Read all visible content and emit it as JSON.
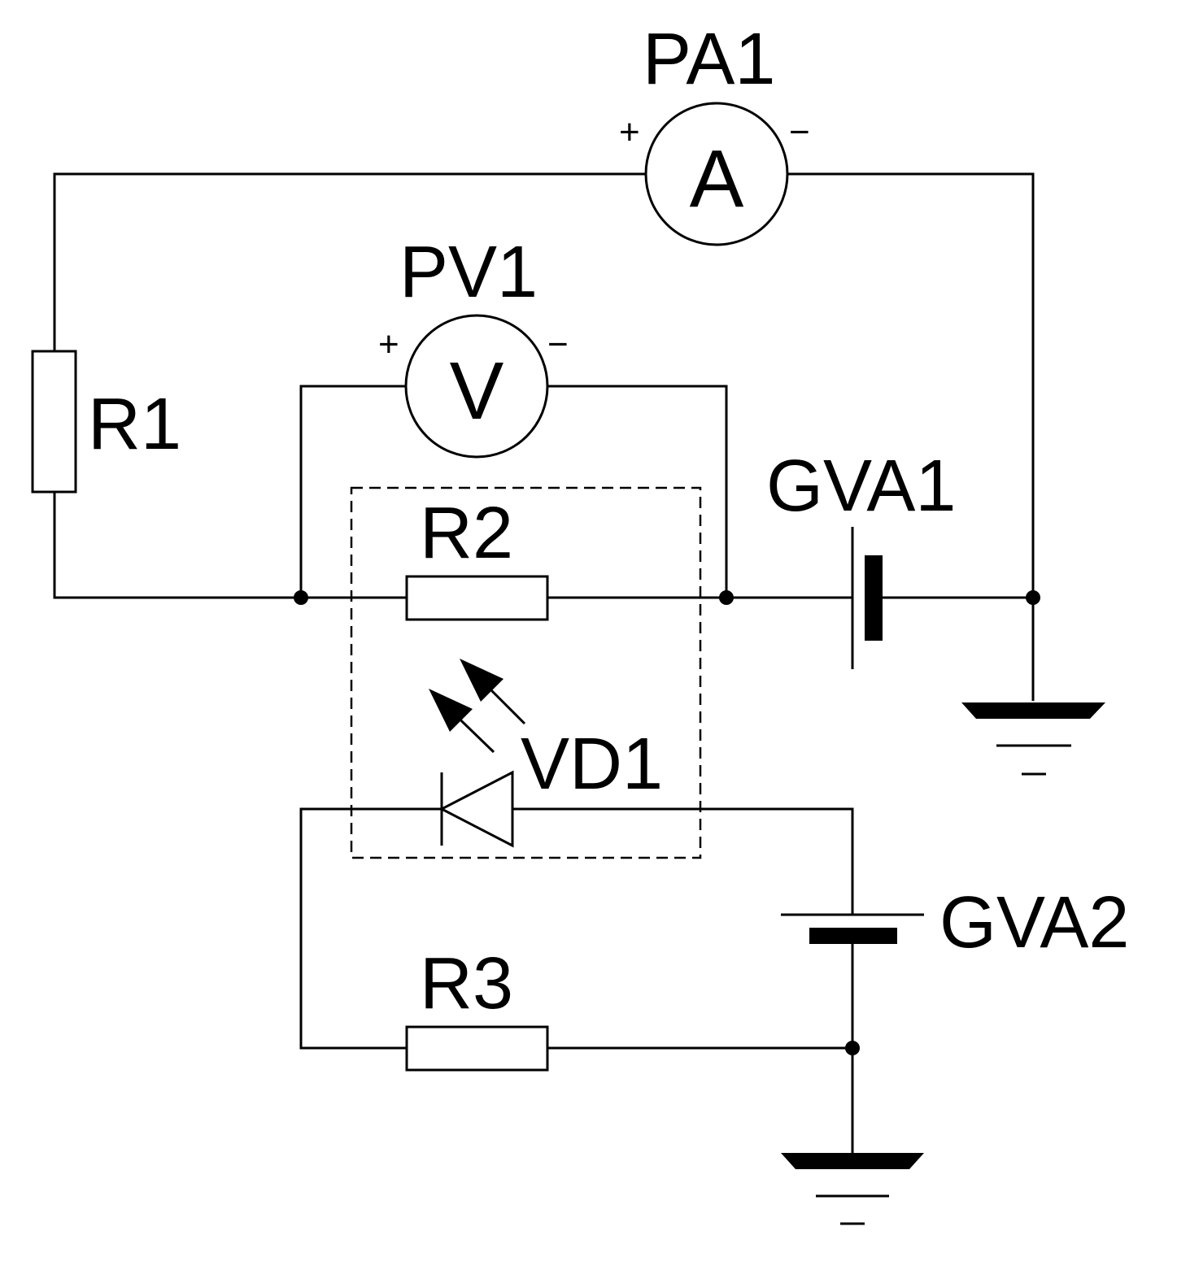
{
  "components": {
    "r1": {
      "label": "R1"
    },
    "r2": {
      "label": "R2"
    },
    "r3": {
      "label": "R3"
    },
    "ammeter": {
      "label": "PA1",
      "symbol": "A",
      "plus": "+",
      "minus": "−"
    },
    "voltmeter": {
      "label": "PV1",
      "symbol": "V",
      "plus": "+",
      "minus": "−"
    },
    "led": {
      "label": "VD1"
    },
    "source1": {
      "label": "GVA1"
    },
    "source2": {
      "label": "GVA2"
    }
  }
}
